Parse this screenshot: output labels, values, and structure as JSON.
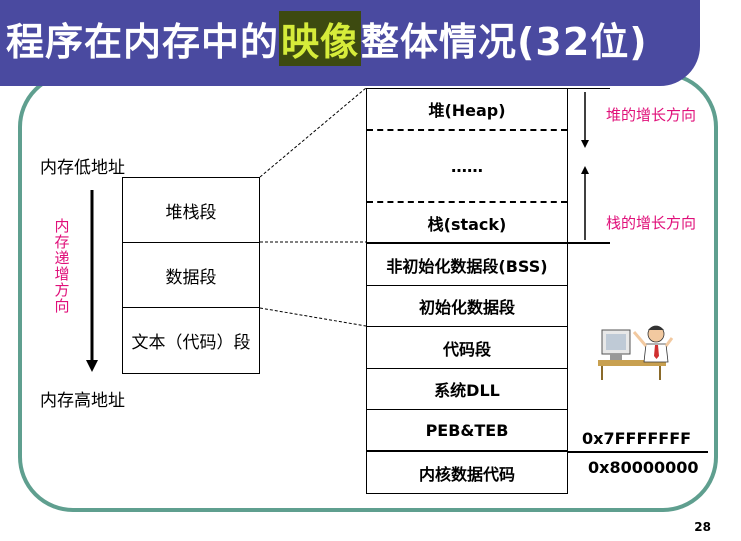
{
  "title": {
    "part1": "程序在内存中的",
    "highlight": "映像",
    "part2": "整体情况(32位)"
  },
  "left": {
    "low_addr": "内存低地址",
    "high_addr": "内存高地址",
    "direction_label": [
      "内",
      "存",
      "递",
      "增",
      "方",
      "向"
    ]
  },
  "logical_segments": [
    "堆栈段",
    "数据段",
    "文本（代码）段"
  ],
  "memory_map": {
    "heap": "堆(Heap)",
    "ellipsis": "……",
    "stack": "栈(stack)",
    "bss": "非初始化数据段(BSS)",
    "data": "初始化数据段",
    "code": "代码段",
    "dll": "系统DLL",
    "peb": "PEB&TEB",
    "kernel": "内核数据代码"
  },
  "annotations": {
    "heap_growth": "堆的增长方向",
    "stack_growth": "栈的增长方向"
  },
  "addresses": {
    "user_top": "0x7FFFFFFF",
    "kernel_base": "0x80000000"
  },
  "page_number": "28",
  "colors": {
    "title_bg": "#4a4aa0",
    "title_text": "#ffffff",
    "highlight_bg": "#3d4a10",
    "highlight_text": "#d6ec3a",
    "frame": "#5f9f8f",
    "annotation": "#e0107a"
  }
}
